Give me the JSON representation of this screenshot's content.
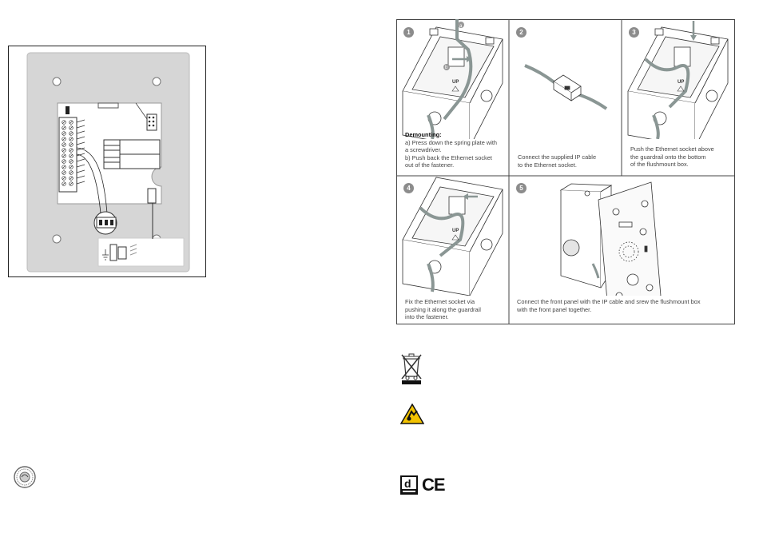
{
  "steps": [
    {
      "num": "1",
      "demount_title": "Demounting:",
      "lines": [
        "a) Press down the spring plate with",
        "a screwdriver.",
        "b) Push back the Ethernet socket",
        "out of the fastener."
      ],
      "callout_a": "a",
      "callout_b": "b",
      "up_label": "UP"
    },
    {
      "num": "2",
      "lines": [
        "Connect the supplied IP cable",
        "to the Ethernet socket."
      ]
    },
    {
      "num": "3",
      "lines": [
        "Push the Ethernet socket above",
        "the guardrail onto the bottom",
        "of the flushmount box."
      ],
      "up_label": "UP"
    },
    {
      "num": "4",
      "lines": [
        "Fix the Ethernet socket via",
        "pushing it along the guardrail",
        "into the fastener."
      ],
      "up_label": "UP"
    },
    {
      "num": "5",
      "lines": [
        "Connect the front panel with the IP cable and srew the flushmount box",
        "with the front panel together."
      ]
    }
  ],
  "logos": {
    "manufacturer_mark": "d",
    "ce_mark": "CE"
  },
  "colors": {
    "panel_fill": "#d6d6d6",
    "line": "#222222",
    "cable": "#8a9694",
    "step_badge": "#8c8c8c",
    "warning_yellow": "#f2c200"
  },
  "icons": [
    "weee-bin-icon",
    "esd-warning-icon",
    "certification-seal-icon",
    "ethernet-socket-icon",
    "ground-symbol-icon"
  ]
}
